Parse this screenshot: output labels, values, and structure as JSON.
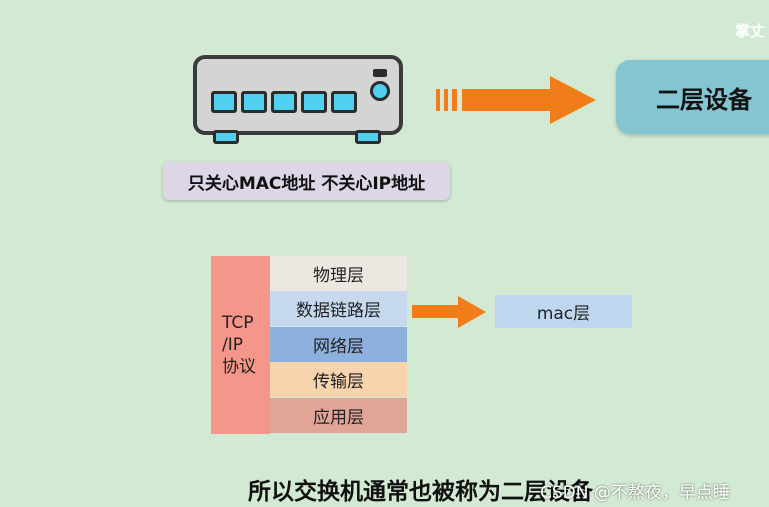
{
  "corner_text": "掌丈",
  "device": {
    "caption": "只关心MAC地址 不关心IP地址"
  },
  "layer2_device": {
    "label": "二层设备"
  },
  "tcp_ip": {
    "protocol_label": "TCP\n/IP\n协议",
    "layers": [
      "物理层",
      "数据链路层",
      "网络层",
      "传输层",
      "应用层"
    ],
    "layer_colors": [
      "#ece8e1",
      "#c6d9ef",
      "#8eb0dd",
      "#f7d3ae",
      "#e0a597"
    ],
    "mapped_label": "mac层"
  },
  "bottom_caption": "所以交换机通常也被称为二层设备",
  "watermark": "CSDN @不熬夜，早点睡",
  "colors": {
    "background": "#d2ead3",
    "arrow": "#f07d1a",
    "port": "#4fd0ef",
    "layer2_box": "#83c5d1",
    "tcp_column": "#f4968a",
    "mac_box": "#bfd7ee"
  }
}
